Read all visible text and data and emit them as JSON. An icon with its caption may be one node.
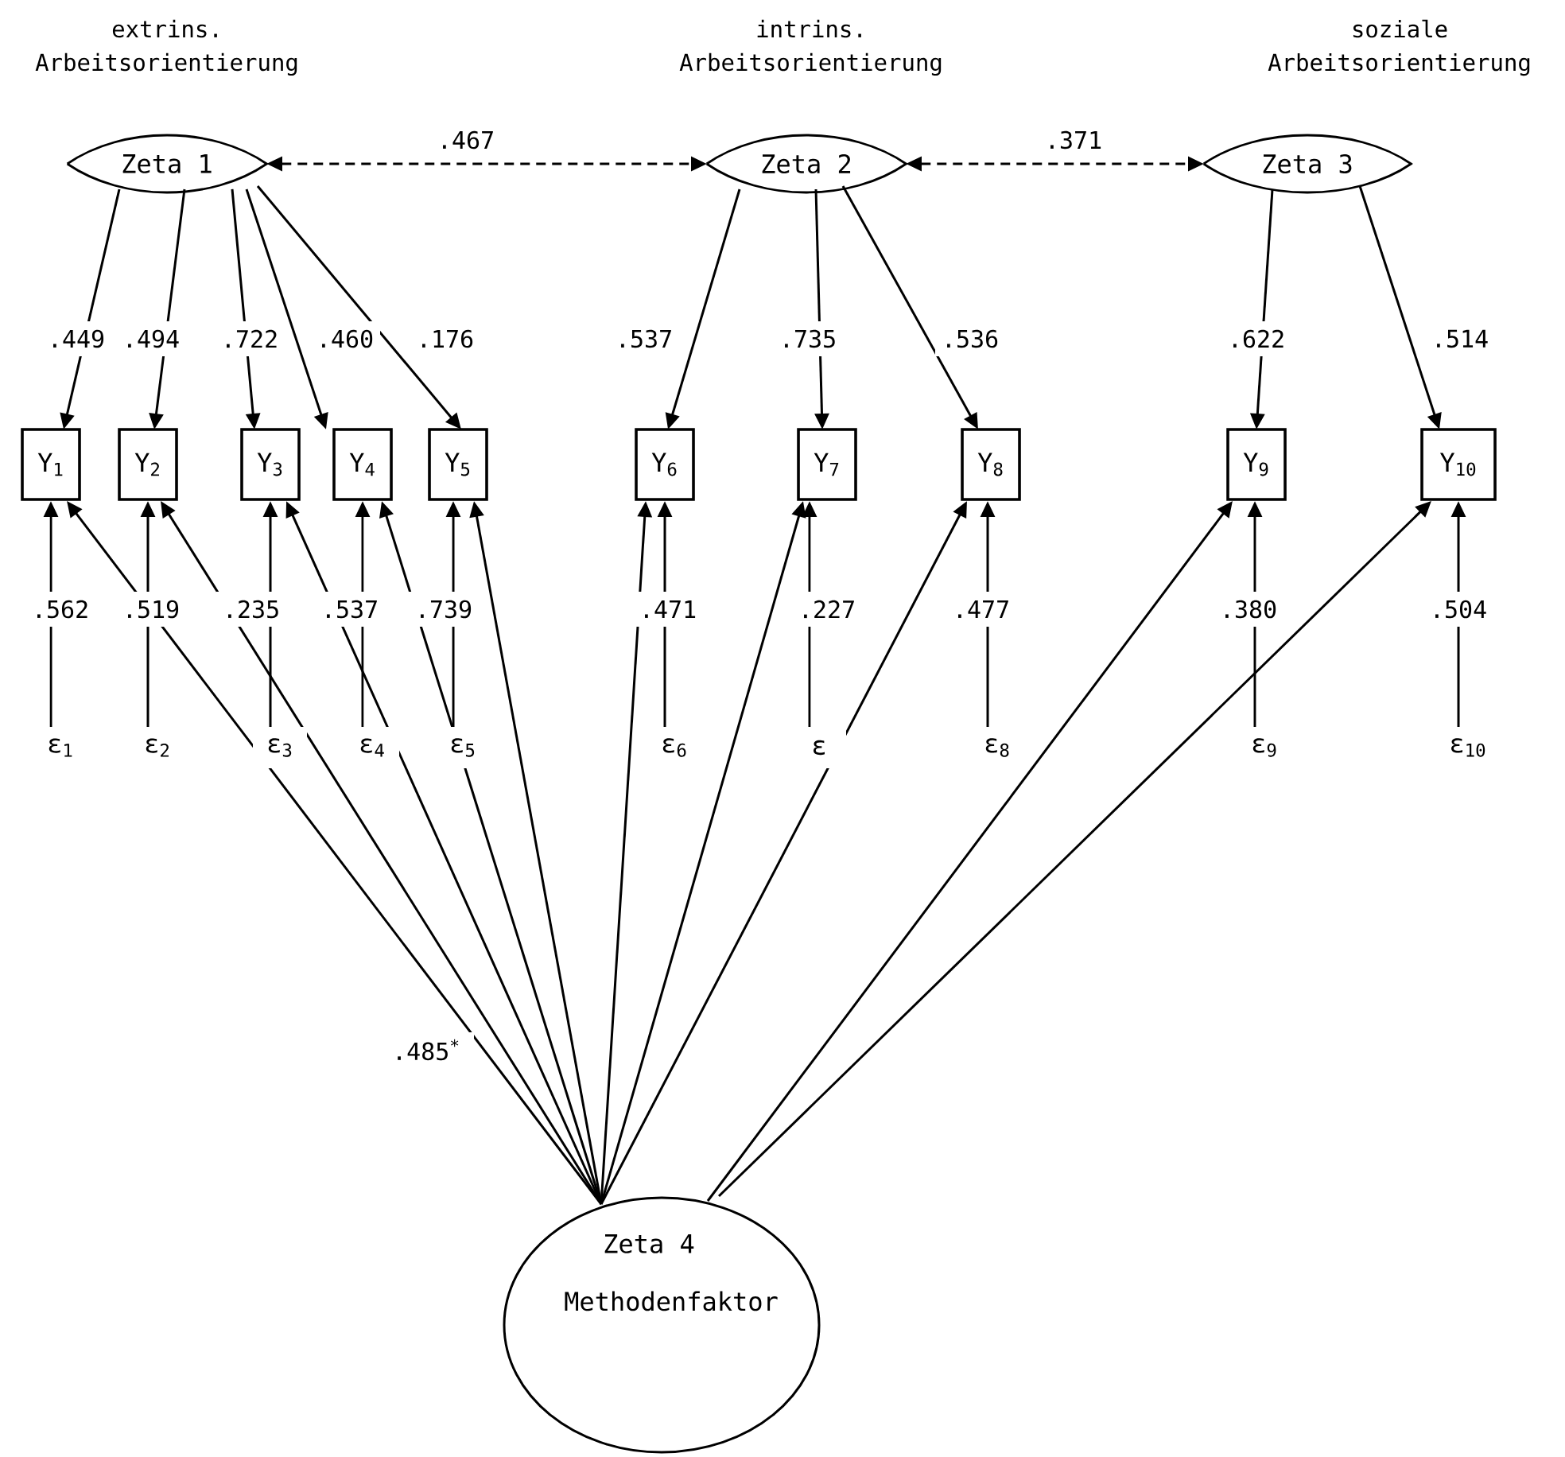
{
  "diagram": {
    "nodes": [
      {
        "text": [
          "extrins. Arbeitsorientierung",
          "Zeta 1"
        ]
      },
      {
        "text": [
          "intrins. Arbeitsorientierung",
          "Zeta 2"
        ]
      },
      {
        "text": [
          "soziale Arbeitsorientierung",
          "Zeta 3"
        ]
      },
      {
        "text": [
          "Y$_{1}$"
        ]
      },
      {
        "text": [
          "Y$_{2}$"
        ]
      },
      {
        "text": [
          "Y$_{3}$"
        ]
      },
      {
        "text": [
          "Y$_{4}$"
        ]
      },
      {
        "text": [
          "Y$_{5}$"
        ]
      },
      {
        "text": [
          "Y$_{6}$"
        ]
      },
      {
        "text": [
          "Y$_{7}$"
        ]
      },
      {
        "text": [
          "Y$_{8}$"
        ]
      },
      {
        "text": [
          "Y$_{9}$"
        ]
      },
      {
        "text": [
          "Y$_{10}$"
        ]
      },
      {
        "text": [
          "ε$_{1}$"
        ]
      },
      {
        "text": [
          "ε$_{2}$"
        ]
      },
      {
        "text": [
          "ε$_{3}$"
        ]
      },
      {
        "text": [
          "ε$_{4}$"
        ]
      },
      {
        "text": [
          "ε$_{5}$"
        ]
      },
      {
        "text": [
          "ε$_{6}$"
        ]
      },
      {
        "text": [
          "ε"
        ]
      },
      {
        "text": [
          "ε$_{8}$"
        ]
      },
      {
        "text": [
          "ε$_{9}$"
        ]
      },
      {
        "text": [
          "ε$_{10}$"
        ]
      },
      {
        "text": [
          "Zeta 4",
          "Methodenfaktor"
        ]
      }
    ],
    "edges": [
      {
        "from": 0,
        "to": 3,
        "arrow": "to",
        "label": ".449"
      },
      {
        "from": 0,
        "to": 4,
        "arrow": "to",
        "label": ".494"
      },
      {
        "from": 0,
        "to": 5,
        "arrow": "to",
        "label": ".722"
      },
      {
        "from": 0,
        "to": 6,
        "arrow": "to",
        "label": ".460"
      },
      {
        "from": 0,
        "to": 7,
        "arrow": "to",
        "label": ".176"
      },
      {
        "from": 1,
        "to": 8,
        "arrow": "to",
        "label": ".537"
      },
      {
        "from": 1,
        "to": 9,
        "arrow": "to",
        "label": ".735"
      },
      {
        "from": 1,
        "to": 10,
        "arrow": "to",
        "label": ".536"
      },
      {
        "from": 2,
        "to": 11,
        "arrow": "to",
        "label": ".622"
      },
      {
        "from": 2,
        "to": 12,
        "arrow": "to",
        "label": ".514"
      },
      {
        "from": 0,
        "to": 1,
        "arrow": "both",
        "label": ".467",
        "style": "dashed"
      },
      {
        "from": 1,
        "to": 2,
        "arrow": "both",
        "label": ".371",
        "style": "dashed"
      },
      {
        "from": 13,
        "to": 3,
        "arrow": "to",
        "label": ".562"
      },
      {
        "from": 14,
        "to": 4,
        "arrow": "to",
        "label": ".519"
      },
      {
        "from": 15,
        "to": 5,
        "arrow": "to",
        "label": ".235"
      },
      {
        "from": 16,
        "to": 6,
        "arrow": "to",
        "label": ".537"
      },
      {
        "from": 17,
        "to": 7,
        "arrow": "to",
        "label": ".739"
      },
      {
        "from": 18,
        "to": 8,
        "arrow": "to",
        "label": ".471"
      },
      {
        "from": 19,
        "to": 9,
        "arrow": "to",
        "label": ".227"
      },
      {
        "from": 20,
        "to": 10,
        "arrow": "to",
        "label": ".477"
      },
      {
        "from": 21,
        "to": 11,
        "arrow": "to",
        "label": ".380"
      },
      {
        "from": 22,
        "to": 12,
        "arrow": "to",
        "label": ".504"
      },
      {
        "from": 23,
        "to": 3,
        "arrow": "to",
        "label": ".485$^{*}$"
      },
      {
        "from": 23,
        "to": 4,
        "arrow": "to"
      },
      {
        "from": 23,
        "to": 5,
        "arrow": "to"
      },
      {
        "from": 23,
        "to": 6,
        "arrow": "to"
      },
      {
        "from": 23,
        "to": 7,
        "arrow": "to"
      },
      {
        "from": 23,
        "to": 8,
        "arrow": "to"
      },
      {
        "from": 23,
        "to": 9,
        "arrow": "to"
      },
      {
        "from": 23,
        "to": 10,
        "arrow": "to"
      },
      {
        "from": 23,
        "to": 11,
        "arrow": "to"
      },
      {
        "from": 23,
        "to": 12,
        "arrow": "to"
      }
    ]
  }
}
